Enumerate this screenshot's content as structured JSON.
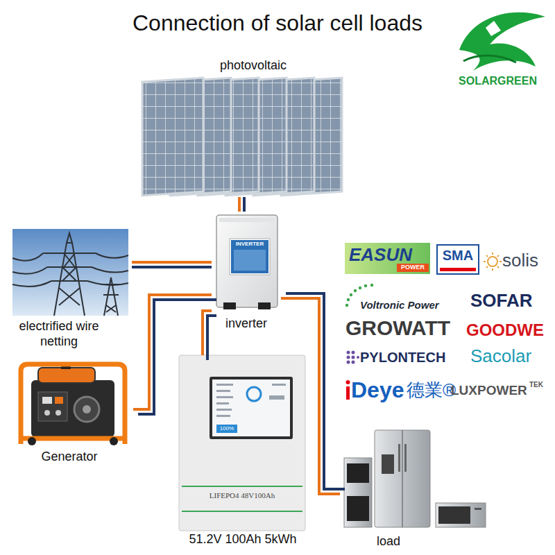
{
  "diagram": {
    "title": "Connection of solar cell loads",
    "nodes": [
      {
        "text": [
          "photovoltaic"
        ]
      },
      {
        "text": [
          "electrified wire netting"
        ]
      },
      {
        "text": [
          "INVERTER",
          "inverter"
        ]
      },
      {
        "text": [
          "Generator"
        ]
      },
      {
        "text": [
          "100%",
          "LIFEPO4 48V100Ah",
          "51.2V 100Ah 5kWh"
        ]
      },
      {
        "text": [
          "load"
        ]
      }
    ],
    "edges": [
      {
        "from": 0,
        "to": 2,
        "arrow": "none"
      },
      {
        "from": 1,
        "to": 2,
        "arrow": "none"
      },
      {
        "from": 3,
        "to": 2,
        "arrow": "none"
      },
      {
        "from": 4,
        "to": 2,
        "arrow": "none"
      },
      {
        "from": 2,
        "to": 5,
        "arrow": "none"
      }
    ],
    "labels": [
      "SOLARGREEN",
      "EASUN",
      "POWER",
      "SMA",
      "solis",
      "Voltronic Power",
      "SOFAR",
      "GROWATT",
      "GOODWE",
      "PYLONTECH",
      "Sacolar",
      "Deye",
      "德業®",
      "LUXPOWER",
      "TEK"
    ]
  }
}
